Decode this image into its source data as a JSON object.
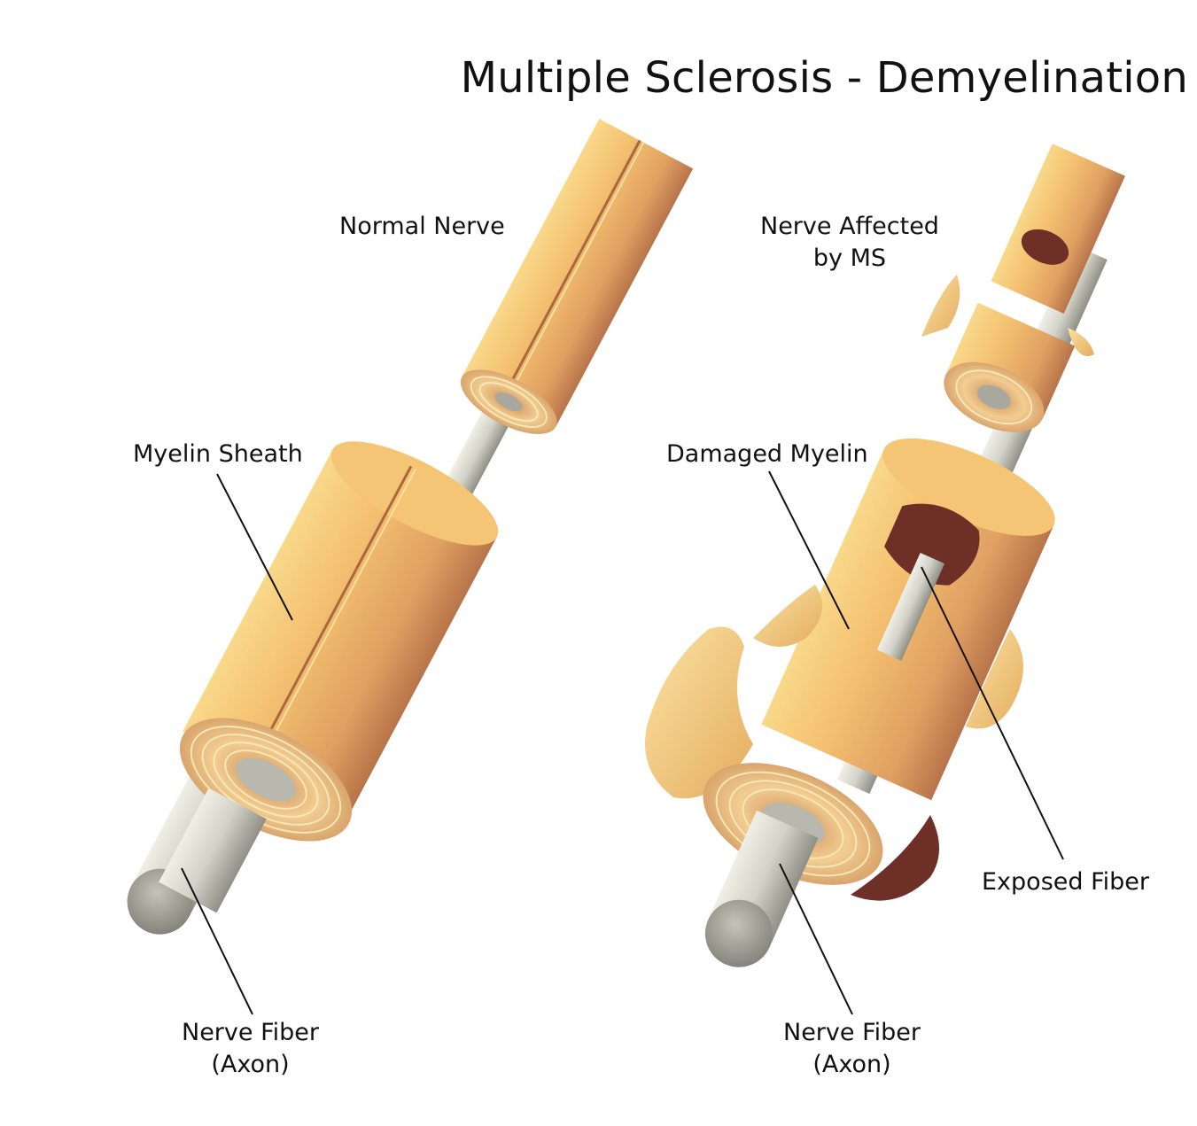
{
  "title": "Multiple Sclerosis - Demyelination",
  "labels": {
    "normal_nerve": "Normal Nerve",
    "myelin_sheath": "Myelin Sheath",
    "nerve_fiber_left_line1": "Nerve Fiber",
    "nerve_fiber_left_line2": "(Axon)",
    "affected_line1": "Nerve Affected",
    "affected_line2": "by MS",
    "damaged_myelin": "Damaged Myelin",
    "exposed_fiber": "Exposed Fiber",
    "nerve_fiber_right_line1": "Nerve Fiber",
    "nerve_fiber_right_line2": "(Axon)"
  },
  "colors": {
    "myelin_light": "#f7cf7a",
    "myelin_mid": "#e3a560",
    "myelin_dark": "#b9754a",
    "axon_light": "#e6e6dc",
    "axon_dark": "#8c8c84",
    "damage_shadow": "#6e2f27",
    "leader_line": "#111111"
  }
}
